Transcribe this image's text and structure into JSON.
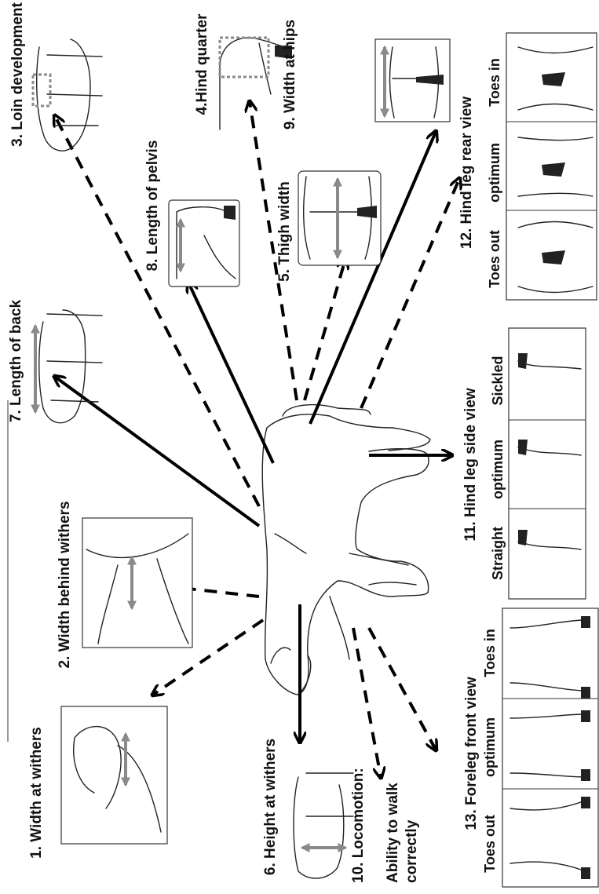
{
  "labels": {
    "t1": "1. Width at withers",
    "t2": "2. Width behind withers",
    "t3": "3. Loin development",
    "t4": "4.Hind quarter",
    "t5": "5. Thigh width",
    "t6": "6. Height at withers",
    "t7": "7. Length of back",
    "t8": "8. Length of pelvis",
    "t9": "9. Width at hips",
    "t10a": "10. Locomotion:",
    "t10b": "Ability to walk",
    "t10c": "correctly",
    "t11": "11. Hind leg side view",
    "t12": "12. Hind leg rear view",
    "t13": "13. Foreleg front view"
  },
  "hind_side": {
    "a": "Straight",
    "b": "optimum",
    "c": "Sickled"
  },
  "hind_rear": {
    "a": "Toes out",
    "b": "optimum",
    "c": "Toes in"
  },
  "fore_front": {
    "a": "Toes out",
    "b": "optimum",
    "c": "Toes in"
  }
}
